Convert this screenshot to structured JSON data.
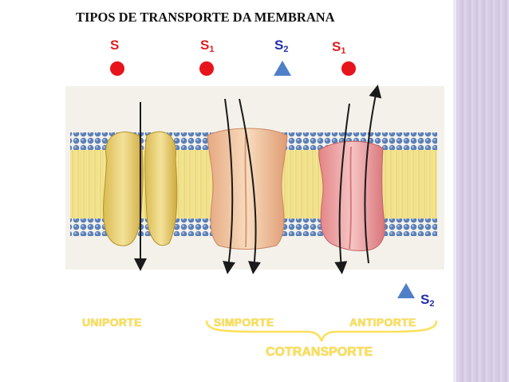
{
  "slide": {
    "title": "TIPOS DE TRANSPORTE DA MEMBRANA"
  },
  "substrates": {
    "s": "S",
    "s1_base": "S",
    "s1_sub": "1",
    "s2_base": "S",
    "s2_sub": "2",
    "s1b_base": "S",
    "s1b_sub": "1",
    "s2b_base": "S",
    "s2b_sub": "2"
  },
  "labels": {
    "uniporte": "UNIPORTE",
    "simporte": "SIMPORTE",
    "antiporte": "ANTIPORTE",
    "cotransporte": "COTRANSPORTE"
  },
  "colors": {
    "substrate_red": "#e8141b",
    "substrate_blue": "#4f7fc9",
    "label_yellow": "#fbe05a",
    "uniporter": "#e6cf6e",
    "symporter": "#f1c19a",
    "antiporter": "#ec9c9e",
    "lipid_head": "#5a7fb8",
    "lipid_tail": "#f2e28a"
  }
}
